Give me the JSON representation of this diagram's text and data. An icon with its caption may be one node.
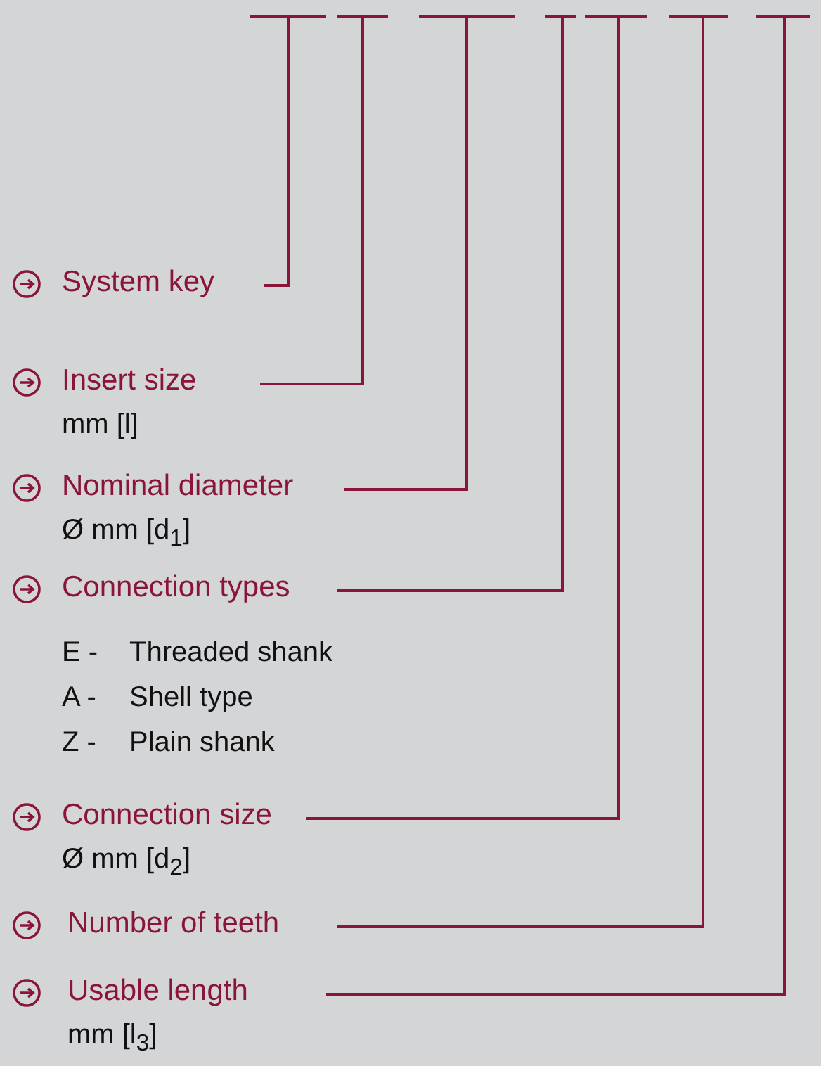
{
  "diagram": {
    "nodes": [
      {
        "text": [
          "System key"
        ]
      },
      {
        "text": [
          "Insert size",
          "mm [l]"
        ]
      },
      {
        "text": [
          "Nominal diameter",
          "Ø mm [d$_{1}$]"
        ]
      },
      {
        "text": [
          "Connection types"
        ]
      },
      {
        "text": [
          "Connection size",
          "Ø mm [d$_{2}$]"
        ]
      },
      {
        "text": [
          "Number of teeth"
        ]
      },
      {
        "text": [
          "Usable length",
          "mm [l$_{3}$]"
        ]
      },
      {
        "text": [],
        "shape": "bar"
      },
      {
        "text": [],
        "shape": "bar"
      },
      {
        "text": [],
        "shape": "bar"
      },
      {
        "text": [],
        "shape": "bar"
      },
      {
        "text": [],
        "shape": "bar"
      },
      {
        "text": [],
        "shape": "bar"
      },
      {
        "text": [],
        "shape": "bar"
      }
    ],
    "edges": [
      {
        "from": 0,
        "to": 7,
        "arrow": "none"
      },
      {
        "from": 1,
        "to": 8,
        "arrow": "none"
      },
      {
        "from": 2,
        "to": 9,
        "arrow": "none"
      },
      {
        "from": 3,
        "to": 10,
        "arrow": "none"
      },
      {
        "from": 4,
        "to": 11,
        "arrow": "none"
      },
      {
        "from": 5,
        "to": 12,
        "arrow": "none"
      },
      {
        "from": 6,
        "to": 13,
        "arrow": "none"
      }
    ],
    "labels": [
      "E -",
      "Threaded shank",
      "A -",
      "Shell type",
      "Z -",
      "Plain shank"
    ]
  }
}
